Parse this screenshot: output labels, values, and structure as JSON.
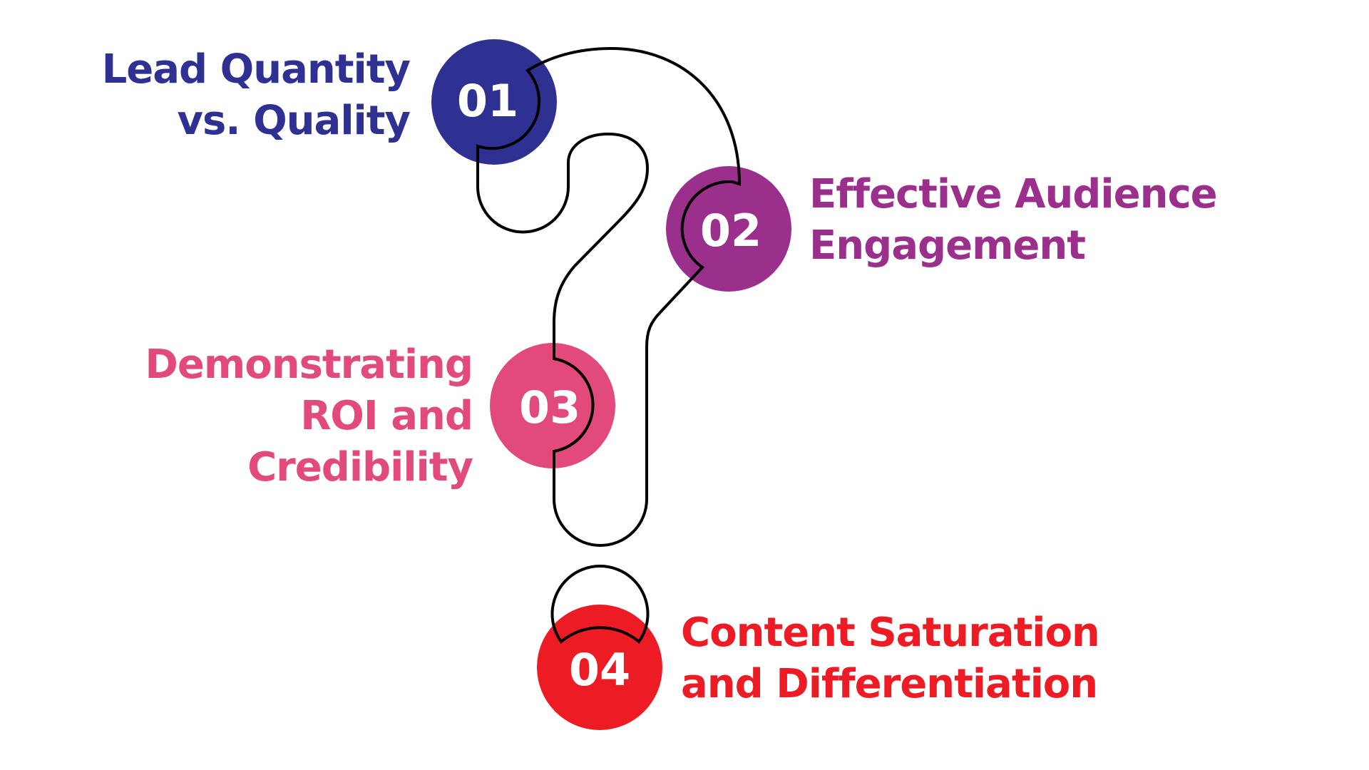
{
  "title": "Question mark challenges diagram",
  "colors": {
    "item1": "#2E3192",
    "item2": "#9B308C",
    "item3": "#E14A7A",
    "item4": "#ED1C24",
    "outline": "#000000",
    "number_text": "#FFFFFF",
    "background": "#FFFFFF"
  },
  "items": [
    {
      "number": "01",
      "lines": [
        "Lead Quantity",
        "vs. Quality"
      ]
    },
    {
      "number": "02",
      "lines": [
        "Effective Audience",
        "Engagement"
      ]
    },
    {
      "number": "03",
      "lines": [
        "Demonstrating",
        "ROI and",
        "Credibility"
      ]
    },
    {
      "number": "04",
      "lines": [
        "Content Saturation",
        "and Differentiation"
      ]
    }
  ],
  "decoration": "question-mark-outline"
}
